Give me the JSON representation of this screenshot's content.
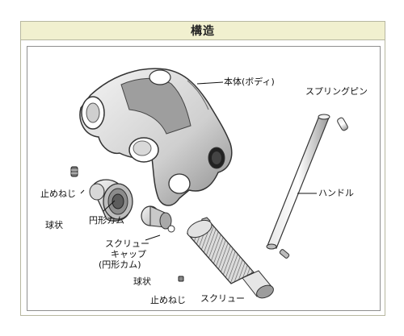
{
  "title": "構造",
  "labels": {
    "body": "本体(ボディ)",
    "spring_pin": "スプリングピン",
    "set_screw_1": "止めねじ",
    "handle": "ハンドル",
    "ball_1": "球状",
    "circle_cam": "円形カム",
    "screw_cap_1": "スクリュー",
    "screw_cap_2": "キャップ",
    "screw_cap_3": "(円形カム)",
    "ball_2": "球状",
    "set_screw_2": "止めねじ",
    "screw": "スクリュー"
  }
}
